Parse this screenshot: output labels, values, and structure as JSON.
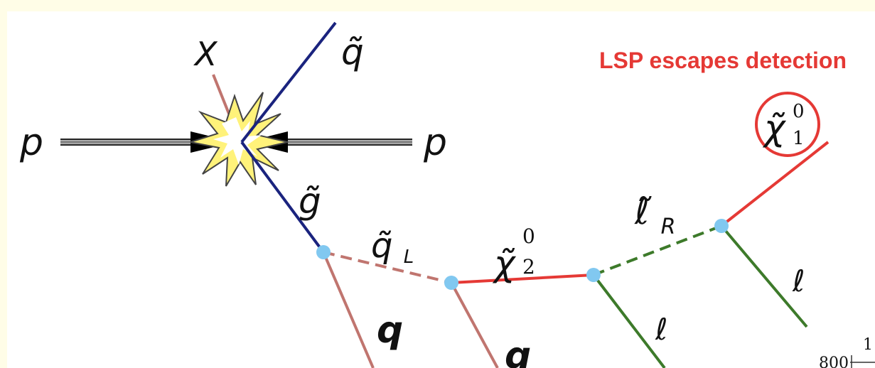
{
  "title": "LSP escapes detection",
  "labels": {
    "p_left": "p",
    "p_right": "p",
    "X": "X",
    "squark": "q̃",
    "gluino": "g̃",
    "squark_L_base": "q̃",
    "squark_L_sub": "L",
    "neutralino2_base": "χ̃",
    "neutralino2_sup": "0",
    "neutralino2_sub": "2",
    "slepton_base": "ℓ̃",
    "slepton_sub": "R",
    "neutralino1_base": "χ̃",
    "neutralino1_sup": "0",
    "neutralino1_sub": "1",
    "q1": "q",
    "q2": "q",
    "lepton1": "ℓ",
    "lepton2": "ℓ",
    "axis_fragment_top": "1",
    "axis_fragment_tick": "800"
  },
  "colors": {
    "background": "#fffde7",
    "squark_line": "#1a237e",
    "quark_line": "#c0756f",
    "neutralino_line": "#e53935",
    "lepton_line": "#3d7a2a",
    "vertex": "#81c8f0",
    "title": "#e53935"
  }
}
